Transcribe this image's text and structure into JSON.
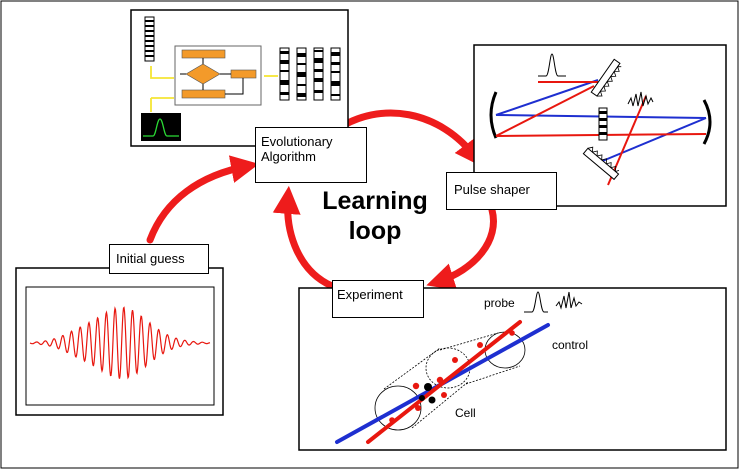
{
  "title_line1": "Learning",
  "title_line2": "loop",
  "labels": {
    "evolutionary_line1": "Evolutionary",
    "evolutionary_line2": "Algorithm",
    "pulse_shaper": "Pulse shaper",
    "initial_guess": "Initial guess",
    "experiment": "Experiment",
    "probe": "probe",
    "control": "control",
    "cell": "Cell"
  },
  "colors": {
    "arrow": "#ee1c1c",
    "beam_red": "#e8170f",
    "beam_blue": "#1e2fd0",
    "flow_block": "#f39a2a",
    "signal_green": "#2bdc35",
    "connector_yellow": "#f5e534"
  }
}
